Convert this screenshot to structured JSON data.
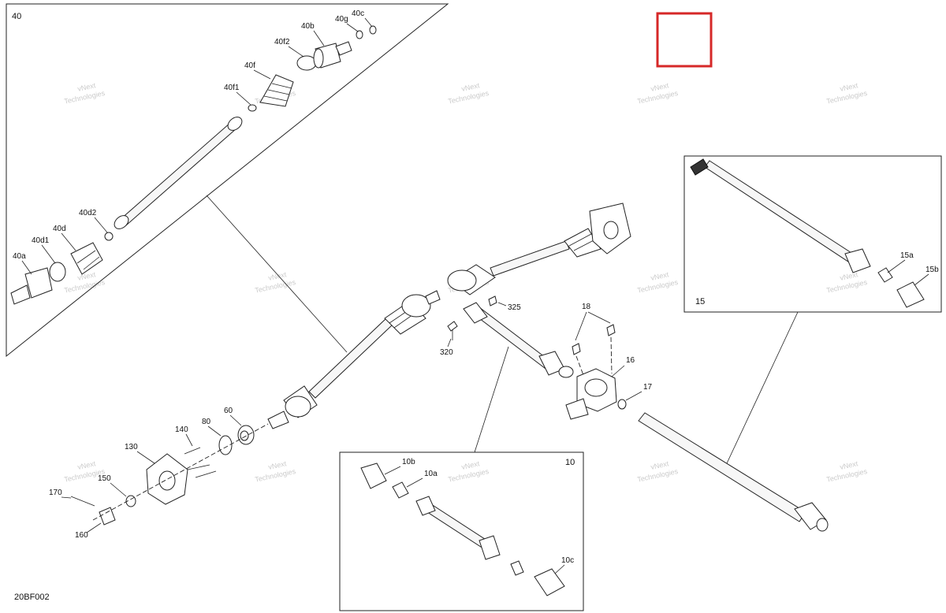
{
  "callouts": {
    "c40": "40",
    "c40a": "40a",
    "c40b": "40b",
    "c40c": "40c",
    "c40d": "40d",
    "c40d1": "40d1",
    "c40d2": "40d2",
    "c40f": "40f",
    "c40f1": "40f1",
    "c40f2": "40f2",
    "c40g": "40g",
    "c10": "10",
    "c10a": "10a",
    "c10b": "10b",
    "c10c": "10c",
    "c15": "15",
    "c15a": "15a",
    "c15b": "15b",
    "c16": "16",
    "c17": "17",
    "c18": "18",
    "c60": "60",
    "c80": "80",
    "c130": "130",
    "c140": "140",
    "c150": "150",
    "c160": "160",
    "c170": "170",
    "c320": "320",
    "c325": "325"
  },
  "drawing_code": "20BF002",
  "watermark": {
    "line1": "vNext",
    "line2": "Technologies"
  },
  "colors": {
    "highlight_box": "#d62828",
    "line": "#222222",
    "watermark": "#b9b9b9"
  }
}
